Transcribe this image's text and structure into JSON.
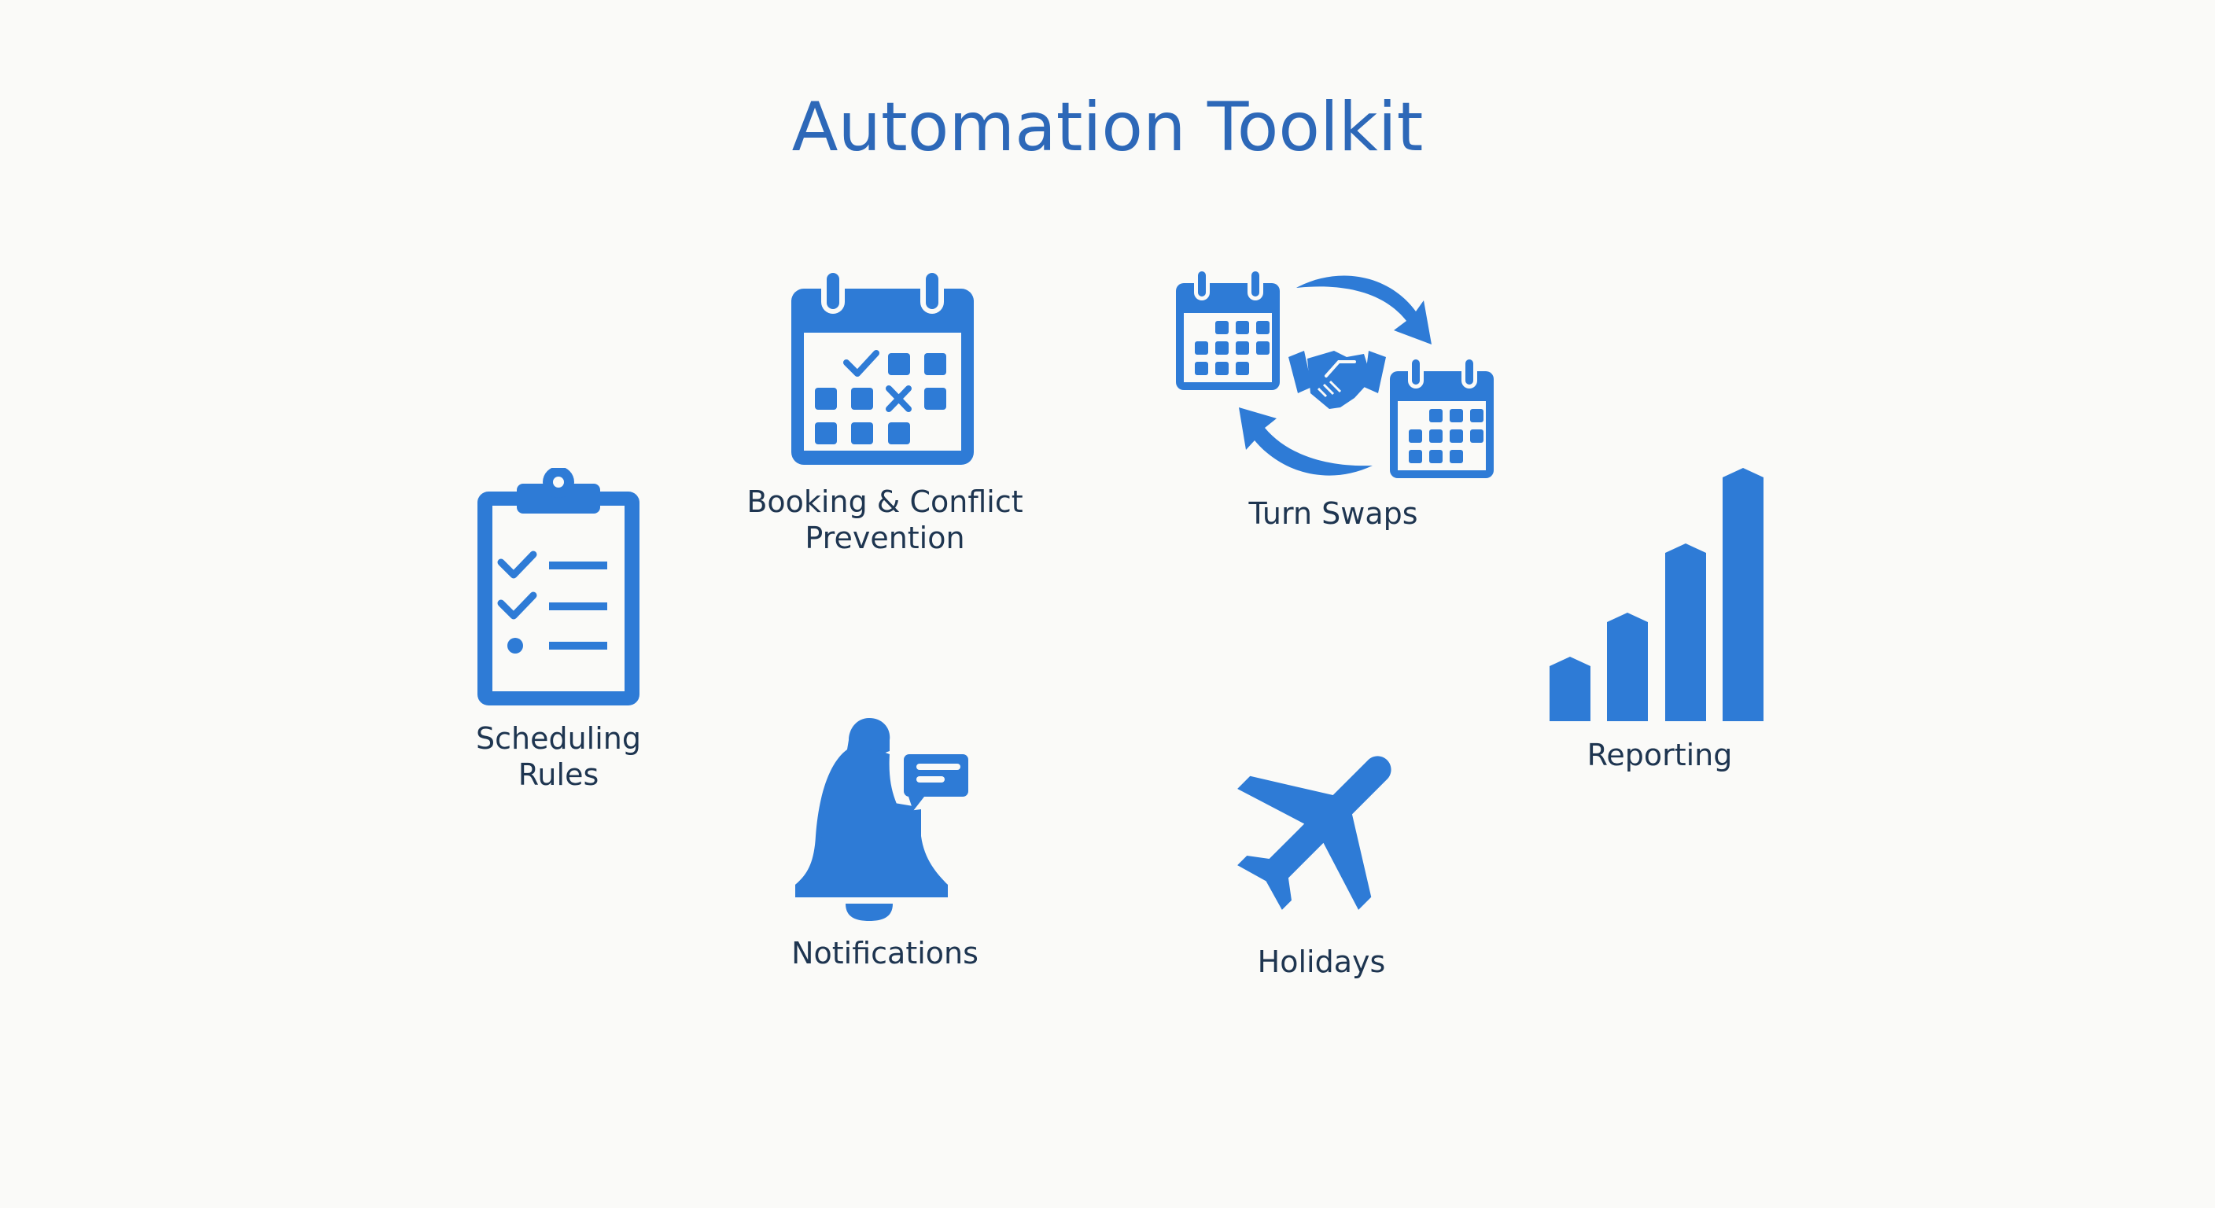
{
  "title": "Automation Toolkit",
  "colors": {
    "accent": "#2e7bd6",
    "title": "#2d68b8",
    "label": "#1e3550",
    "background": "#fafaf8"
  },
  "items": [
    {
      "id": "scheduling-rules",
      "icon": "clipboard-checklist-icon",
      "line1": "Scheduling",
      "line2": "Rules"
    },
    {
      "id": "booking-conflict-prevention",
      "icon": "calendar-check-cross-icon",
      "line1": "Booking & Conflict",
      "line2": "Prevention"
    },
    {
      "id": "turn-swaps",
      "icon": "calendar-swap-handshake-icon",
      "line1": "Turn Swaps"
    },
    {
      "id": "reporting",
      "icon": "bar-chart-icon",
      "line1": "Reporting"
    },
    {
      "id": "notifications",
      "icon": "bell-message-icon",
      "line1": "Notifications"
    },
    {
      "id": "holidays",
      "icon": "airplane-icon",
      "line1": "Holidays"
    }
  ]
}
